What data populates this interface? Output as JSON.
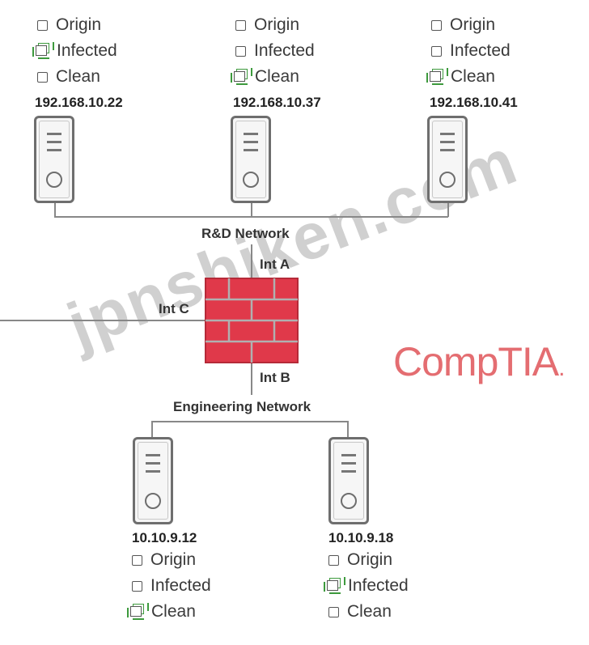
{
  "network": {
    "rd_label": "R&D Network",
    "eng_label": "Engineering Network",
    "int_a": "Int A",
    "int_b": "Int B",
    "int_c": "Int C"
  },
  "options": {
    "origin": "Origin",
    "infected": "Infected",
    "clean": "Clean"
  },
  "hosts": [
    {
      "ip": "192.168.10.22",
      "selected": "infected"
    },
    {
      "ip": "192.168.10.37",
      "selected": "clean"
    },
    {
      "ip": "192.168.10.41",
      "selected": "clean"
    },
    {
      "ip": "10.10.9.12",
      "selected": "clean"
    },
    {
      "ip": "10.10.9.18",
      "selected": "infected"
    }
  ],
  "watermark": "jpnshiken.com",
  "brand": {
    "name": "CompTIA",
    "mark": ".",
    "color": "#e46d71"
  },
  "colors": {
    "firewall": "#e0394a",
    "selected_box": "#3d9a3d"
  }
}
